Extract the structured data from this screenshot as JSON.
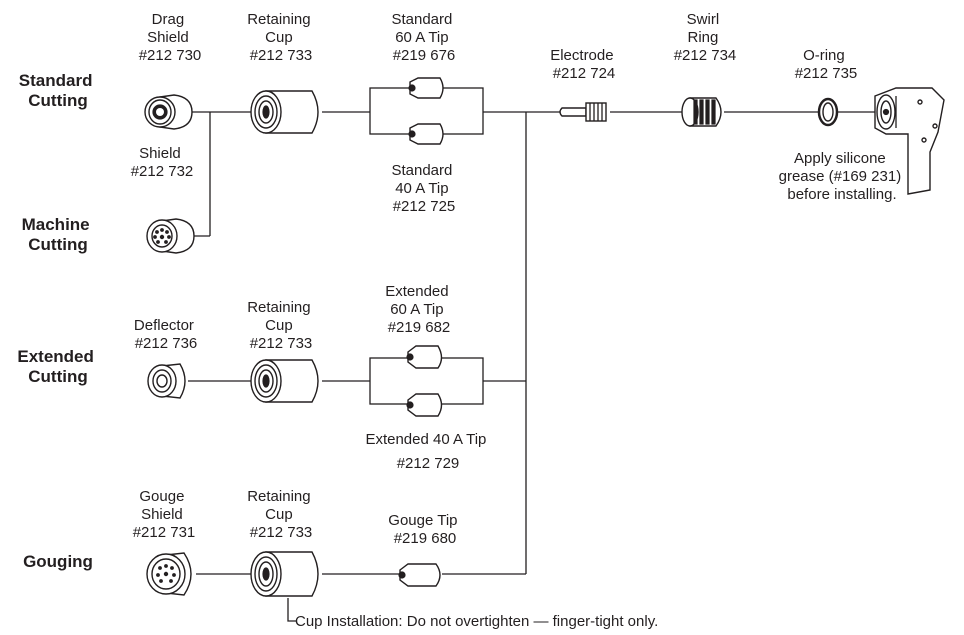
{
  "categories": {
    "standard": [
      "Standard",
      "Cutting"
    ],
    "machine": [
      "Machine",
      "Cutting"
    ],
    "extended": [
      "Extended",
      "Cutting"
    ],
    "gouging": [
      "Gouging"
    ]
  },
  "parts": {
    "drag_shield": [
      "Drag",
      "Shield",
      "#212 730"
    ],
    "shield": [
      "Shield",
      "#212 732"
    ],
    "retaining_cup_1": [
      "Retaining",
      "Cup",
      "#212 733"
    ],
    "tip_std_60": [
      "Standard",
      "60 A Tip",
      "#219 676"
    ],
    "tip_std_40": [
      "Standard",
      "40 A Tip",
      "#212 725"
    ],
    "electrode": [
      "Electrode",
      "#212 724"
    ],
    "swirl_ring": [
      "Swirl",
      "Ring",
      "#212 734"
    ],
    "o_ring": [
      "O-ring",
      "#212 735"
    ],
    "deflector": [
      "Deflector",
      "#212 736"
    ],
    "retaining_cup_2": [
      "Retaining",
      "Cup",
      "#212 733"
    ],
    "tip_ext_60": [
      "Extended",
      "60 A Tip",
      "#219 682"
    ],
    "tip_ext_40": [
      "Extended 40 A Tip",
      "#212 729"
    ],
    "gouge_shield": [
      "Gouge",
      "Shield",
      "#212 731"
    ],
    "retaining_cup_3": [
      "Retaining",
      "Cup",
      "#212 733"
    ],
    "gouge_tip": [
      "Gouge Tip",
      "#219 680"
    ]
  },
  "notes": {
    "silicone": [
      "Apply silicone",
      "grease (#169 231)",
      "before installing."
    ],
    "cup_installation": "Cup Installation: Do not overtighten — finger-tight only."
  },
  "icons": [
    "drag-shield-icon",
    "shield-icon",
    "retaining-cup-icon",
    "tip-icon",
    "electrode-icon",
    "swirl-ring-icon",
    "o-ring-icon",
    "torch-head-icon",
    "deflector-icon",
    "gouge-shield-icon",
    "gouge-tip-icon"
  ]
}
